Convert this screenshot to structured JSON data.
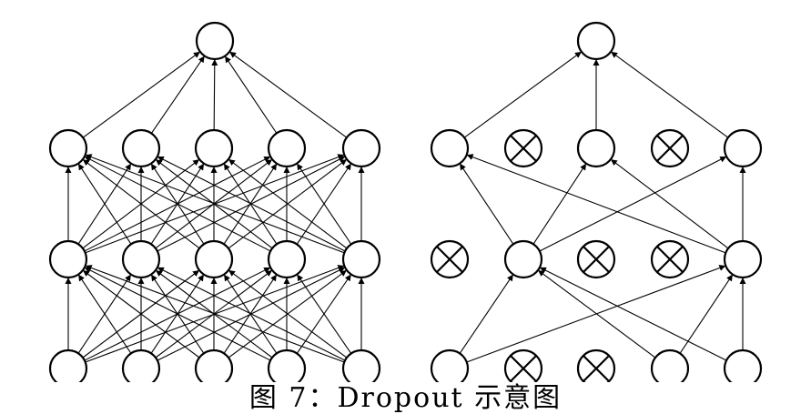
{
  "caption": "图 7：Dropout 示意图",
  "colors": {
    "stroke": "#000000",
    "background": "#ffffff"
  },
  "networks": [
    {
      "id": "standard",
      "layers": [
        {
          "nodes": [
            true,
            true,
            true,
            true,
            true
          ]
        },
        {
          "nodes": [
            true,
            true,
            true,
            true,
            true
          ]
        },
        {
          "nodes": [
            true,
            true,
            true,
            true,
            true
          ]
        },
        {
          "nodes": [
            true
          ]
        }
      ],
      "fully_connected": true
    },
    {
      "id": "dropout",
      "layers": [
        {
          "nodes": [
            true,
            false,
            false,
            true,
            true
          ]
        },
        {
          "nodes": [
            false,
            true,
            false,
            false,
            true
          ]
        },
        {
          "nodes": [
            true,
            false,
            true,
            false,
            true
          ]
        },
        {
          "nodes": [
            true
          ]
        }
      ],
      "fully_connected": true
    }
  ]
}
